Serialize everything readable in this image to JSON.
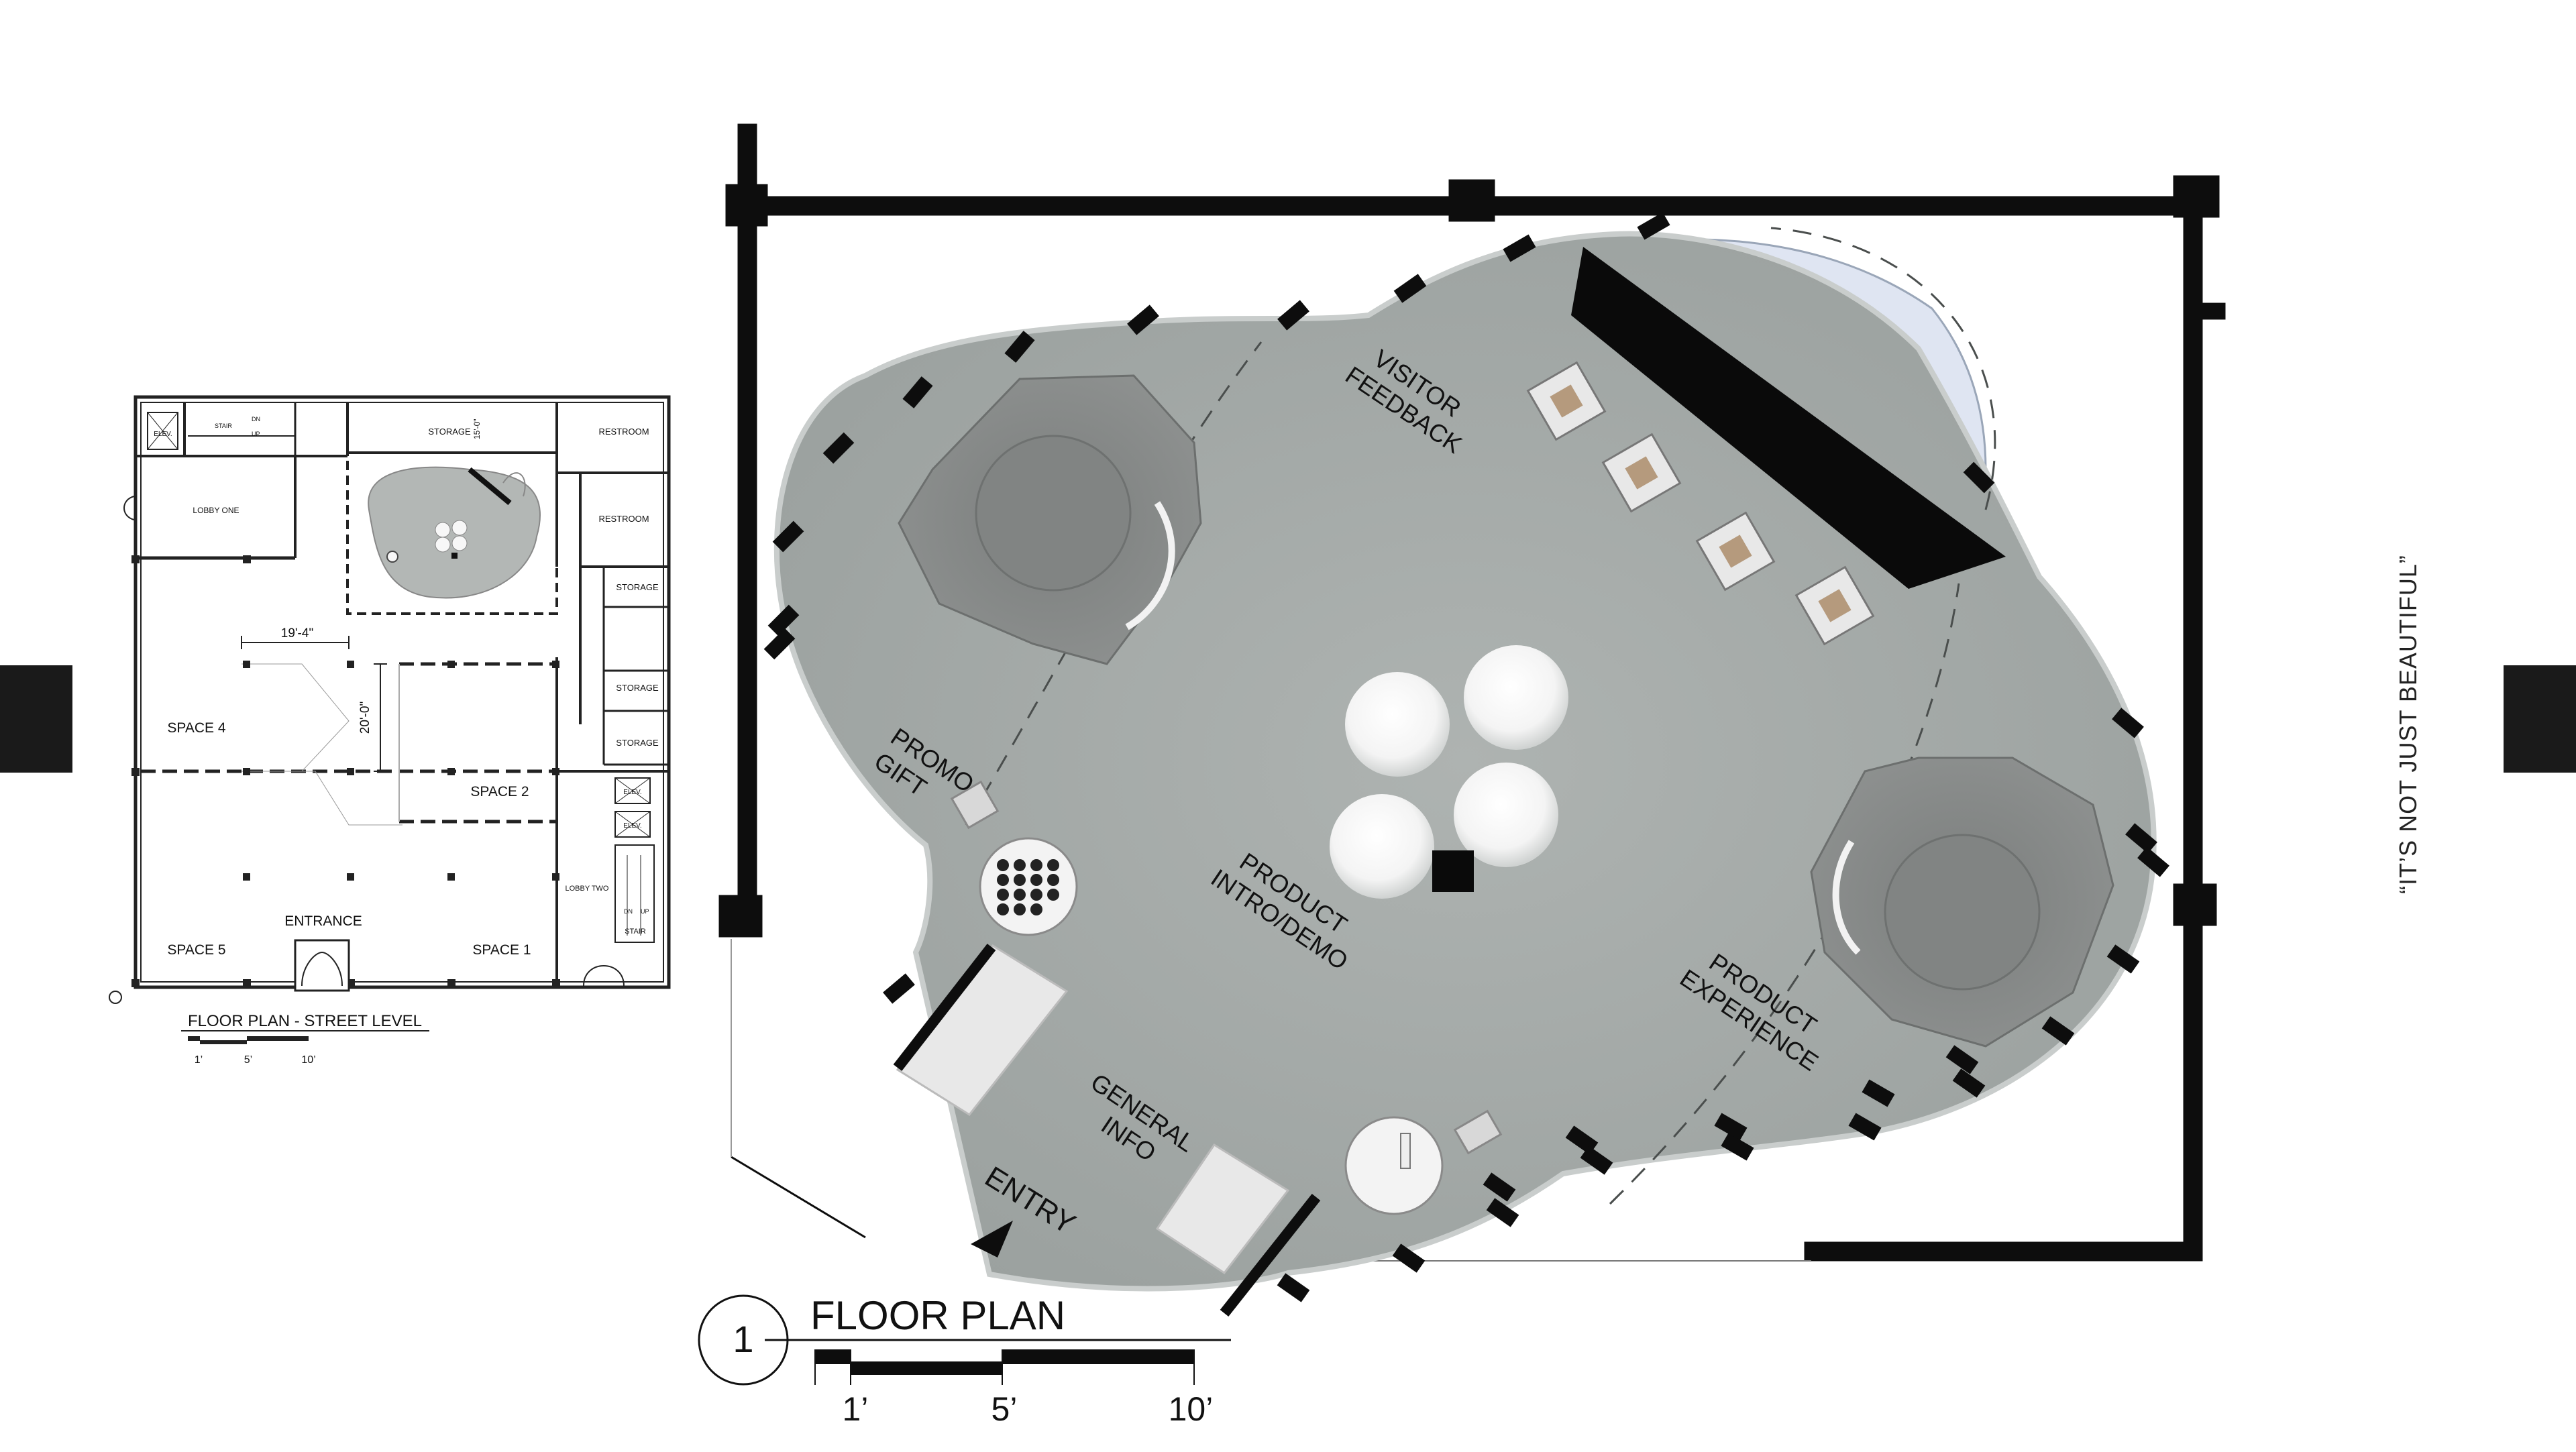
{
  "side_quote": "“IT’S NOT JUST BEAUTIFUL”",
  "main_plan": {
    "number": "1",
    "title": "FLOOR PLAN",
    "scale_labels": [
      "1’",
      "5’",
      "10’"
    ],
    "zones": {
      "visitor_feedback": [
        "VISITOR",
        "FEEDBACK"
      ],
      "promo_gift": [
        "PROMO",
        "GIFT"
      ],
      "product_intro": [
        "PRODUCT",
        "INTRO/DEMO"
      ],
      "product_experience": [
        "PRODUCT",
        "EXPERIENCE"
      ],
      "general_info": [
        "GENERAL",
        "INFO"
      ],
      "entry": "ENTRY"
    }
  },
  "street_plan": {
    "title": "FLOOR PLAN - STREET LEVEL",
    "scale_labels": [
      "1’",
      "5’",
      "10’"
    ],
    "rooms": {
      "elev_top": "ELEV.",
      "stair_top": "STAIR",
      "dn": "DN",
      "up": "UP",
      "storage_top": "STORAGE",
      "storage_dim": "15'-0\"",
      "restroom_1": "RESTROOM",
      "restroom_2": "RESTROOM",
      "lobby_one": "LOBBY ONE",
      "storage_1": "STORAGE",
      "storage_2": "STORAGE",
      "storage_3": "STORAGE",
      "space_4": "SPACE 4",
      "space_2": "SPACE 2",
      "space_5": "SPACE 5",
      "space_1": "SPACE 1",
      "entrance": "ENTRANCE",
      "elev_1": "ELEV.",
      "elev_2": "ELEV.",
      "lobby_two": "LOBBY TWO",
      "stair_bottom": "STAIR",
      "dn_bottom": "DN",
      "up_bottom": "UP",
      "dim_h": "19'-4\"",
      "dim_v": "20'-0\""
    }
  },
  "colors": {
    "floor": "#a4aaa8",
    "wall": "#0d0d0d",
    "counter": "#dddddd",
    "screen": "#0a0a0a"
  }
}
